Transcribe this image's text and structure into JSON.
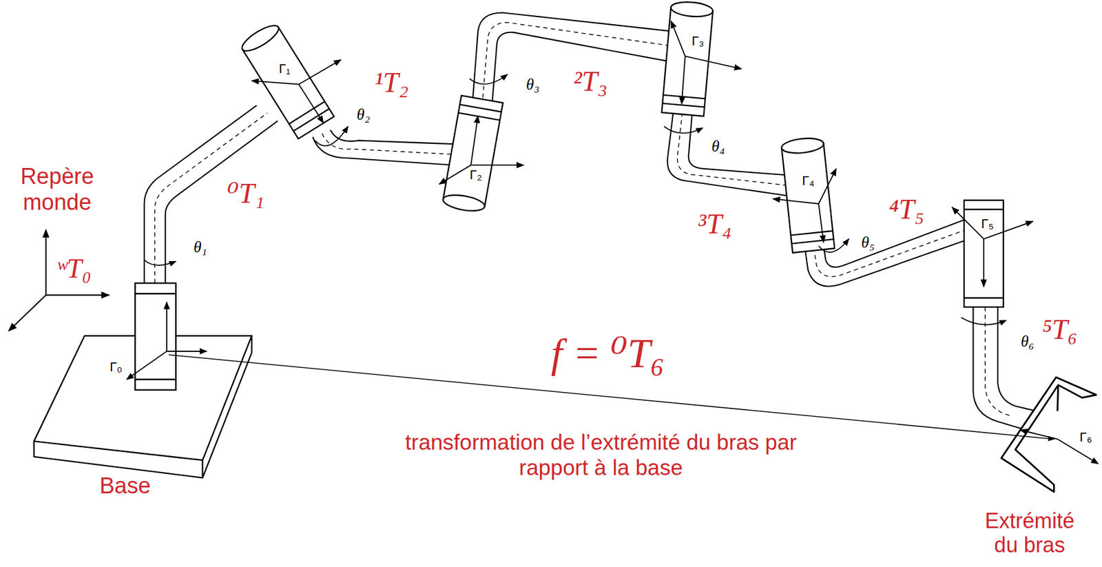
{
  "diagram": {
    "labels": [
      "Repère monde",
      "ʷT₀",
      "⁰T₁",
      "¹T₂",
      "²T₃",
      "³T₄",
      "⁴T₅",
      "⁵T₆",
      "f = ⁰T₆",
      "transformation de l’extrémité du bras par rapport à la base",
      "Base",
      "Extrémité du bras",
      "Γ₀",
      "Γ₁",
      "Γ₂",
      "Γ₃",
      "Γ₄",
      "Γ₅",
      "Γ₆",
      "θ₁",
      "θ₂",
      "θ₃",
      "θ₄",
      "θ₅",
      "θ₆"
    ]
  }
}
